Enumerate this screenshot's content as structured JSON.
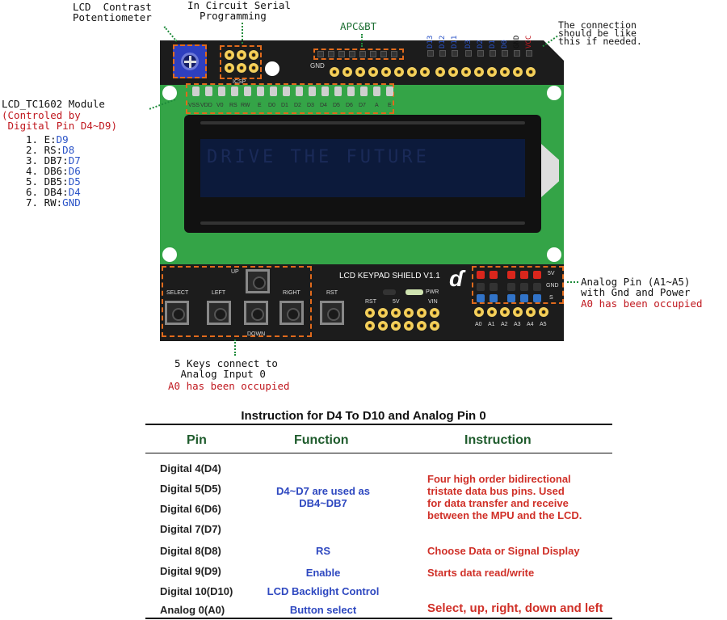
{
  "board": {
    "icsp_label": "ICSP",
    "gnd_label": "GND",
    "top_pins": [
      "D13",
      "D12",
      "D11",
      "D3",
      "D2",
      "D1",
      "D0",
      "GND",
      "VCC"
    ],
    "lcd_pins": [
      "VSS",
      "VDD",
      "V0",
      "RS",
      "RW",
      "E",
      "D0",
      "D1",
      "D2",
      "D3",
      "D4",
      "D5",
      "D6",
      "D7",
      "A",
      "E"
    ],
    "lcd_text": "DRIVE THE FUTURE",
    "shield_title": "LCD KEYPAD SHIELD V1.1",
    "logo": "ɗ",
    "pwr": "PWR",
    "keys": {
      "up": "UP",
      "select": "SELECT",
      "left": "LEFT",
      "right": "RIGHT",
      "down": "DOWN",
      "rst": "RST"
    },
    "power_header": [
      "RST",
      "5V",
      "VIN"
    ],
    "analog_rows": [
      "5V",
      "GND",
      "S"
    ],
    "analog_pins": [
      "A0",
      "A1",
      "A2",
      "A3",
      "A4",
      "A5"
    ]
  },
  "annotations": {
    "pot": "LCD  Contrast\nPotentiometer",
    "icsp": "In Circuit Serial\n  Programming",
    "apc": "APC&BT",
    "connection": "The connection\nshould be like\nthis if needed.",
    "lcd_module_title": "LCD_TC1602 Module",
    "lcd_module_sub": "(Controled by\n Digital Pin D4~D9)",
    "lcd_list": [
      {
        "n": "1.",
        "name": "E:",
        "pin": "D9"
      },
      {
        "n": "2.",
        "name": "RS:",
        "pin": "D8"
      },
      {
        "n": "3.",
        "name": "DB7:",
        "pin": "D7"
      },
      {
        "n": "4.",
        "name": "DB6:",
        "pin": "D6"
      },
      {
        "n": "5.",
        "name": "DB5:",
        "pin": "D5"
      },
      {
        "n": "6.",
        "name": "DB4:",
        "pin": "D4"
      },
      {
        "n": "7.",
        "name": "RW:",
        "pin": "GND"
      }
    ],
    "analog": "Analog Pin (A1~A5)\nwith Gnd and Power",
    "analog_occupied": "A0 has been occupied",
    "keys": "5 Keys connect to\n Analog Input 0",
    "keys_occupied": "A0 has been occupied"
  },
  "table": {
    "title": "Instruction for D4 To D10 and Analog Pin 0",
    "headers": [
      "Pin",
      "Function",
      "Instruction"
    ],
    "pins": [
      "Digital   4(D4)",
      "Digital   5(D5)",
      "Digital   6(D6)",
      "Digital   7(D7)",
      "Digital   8(D8)",
      "Digital   9(D9)",
      "Digital 10(D10)",
      "Analog  0(A0)"
    ],
    "db_function": "D4~D7 are used as\nDB4~DB7",
    "db_instruction": "Four high order bidirectional\ntristate data bus pins. Used\nfor data transfer and receive\nbetween the MPU and the LCD.",
    "rows": [
      {
        "function": "RS",
        "instruction": "Choose Data or Signal Display"
      },
      {
        "function": "Enable",
        "instruction": "Starts data read/write"
      },
      {
        "function": "LCD Backlight Control",
        "instruction": ""
      },
      {
        "function": "Button select",
        "instruction": "Select, up, right, down and left"
      }
    ]
  }
}
